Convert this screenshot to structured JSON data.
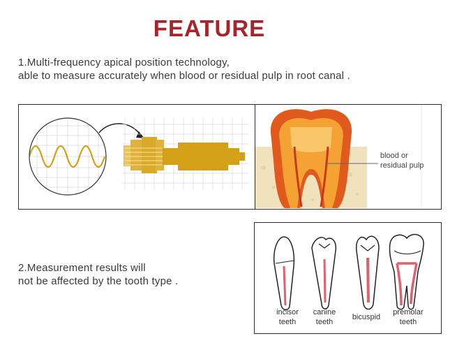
{
  "heading": "FEATURE",
  "feature1": {
    "line1": "1.Multi-frequency apical position technology,",
    "line2": "able to measure accurately when blood or residual pulp in root canal ."
  },
  "feature2": {
    "line1": "2.Measurement results will",
    "line2": "not be affected by the tooth type ."
  },
  "callout": {
    "line1": "blood or",
    "line2": "residual pulp"
  },
  "tooth_types": [
    {
      "line1": "incisor",
      "line2": "teeth"
    },
    {
      "line1": "canine",
      "line2": "teeth"
    },
    {
      "line1": "bicuspid",
      "line2": ""
    },
    {
      "line1": "premolar",
      "line2": "teeth"
    }
  ],
  "colors": {
    "heading": "#a8232b",
    "signal": "#d4a017",
    "enamel": "#e05a1e",
    "pulp": "#f4a233",
    "bone": "#efe2bd",
    "root_canal": "#e0606b"
  }
}
